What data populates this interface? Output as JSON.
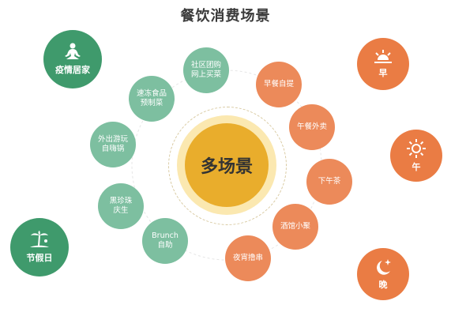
{
  "title": "餐饮消费场景",
  "center": "多场景",
  "left_big": [
    {
      "label": "疫情居家",
      "icon": "meditation-person-icon"
    },
    {
      "label": "节假日",
      "icon": "palm-island-icon"
    }
  ],
  "right_big": [
    {
      "label": "早",
      "icon": "sunrise-icon"
    },
    {
      "label": "午",
      "icon": "sun-icon"
    },
    {
      "label": "晚",
      "icon": "moon-stars-icon"
    }
  ],
  "green_items": [
    {
      "line1": "社区团购",
      "line2": "网上买菜"
    },
    {
      "line1": "速冻食品",
      "line2": "预制菜"
    },
    {
      "line1": "外出游玩",
      "line2": "自嗨锅"
    },
    {
      "line1": "黑珍珠",
      "line2": "庆生"
    },
    {
      "line1": "Brunch",
      "line2": "自助"
    }
  ],
  "orange_items": [
    {
      "label": "早餐自提"
    },
    {
      "label": "午餐外卖"
    },
    {
      "label": "下午茶"
    },
    {
      "label": "酒馆小聚"
    },
    {
      "label": "夜宵撸串"
    }
  ],
  "colors": {
    "green_big": "#3f9a6c",
    "green_small": "#7dbfa0",
    "orange_big": "#ea7c44",
    "orange_small": "#ec8a5a",
    "center": "#e9ad2c"
  }
}
